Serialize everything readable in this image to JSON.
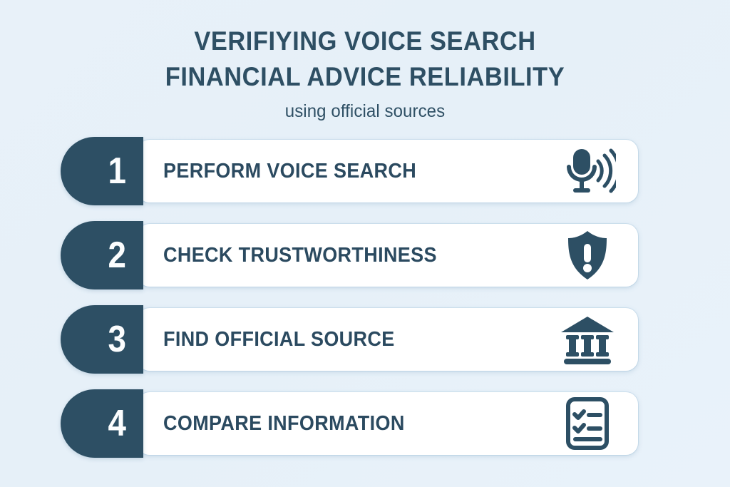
{
  "header": {
    "title_line1": "VERIFIYING VOICE SEARCH",
    "title_line2": "FINANCIAL ADVICE RELIABILITY",
    "subtitle": "using official sources"
  },
  "colors": {
    "background": "#e8f1f9",
    "dark_slate": "#2d4f64",
    "text_slate": "#2b4a60",
    "card_white": "#ffffff",
    "number_white": "#fbfdfe"
  },
  "steps": [
    {
      "number": "1",
      "label": "PERFORM VOICE SEARCH",
      "icon": "microphone-icon"
    },
    {
      "number": "2",
      "label": "CHECK TRUSTWORTHINESS",
      "icon": "shield-exclamation-icon"
    },
    {
      "number": "3",
      "label": "FIND OFFICIAL SOURCE",
      "icon": "bank-building-icon"
    },
    {
      "number": "4",
      "label": "COMPARE INFORMATION",
      "icon": "checklist-icon"
    }
  ]
}
